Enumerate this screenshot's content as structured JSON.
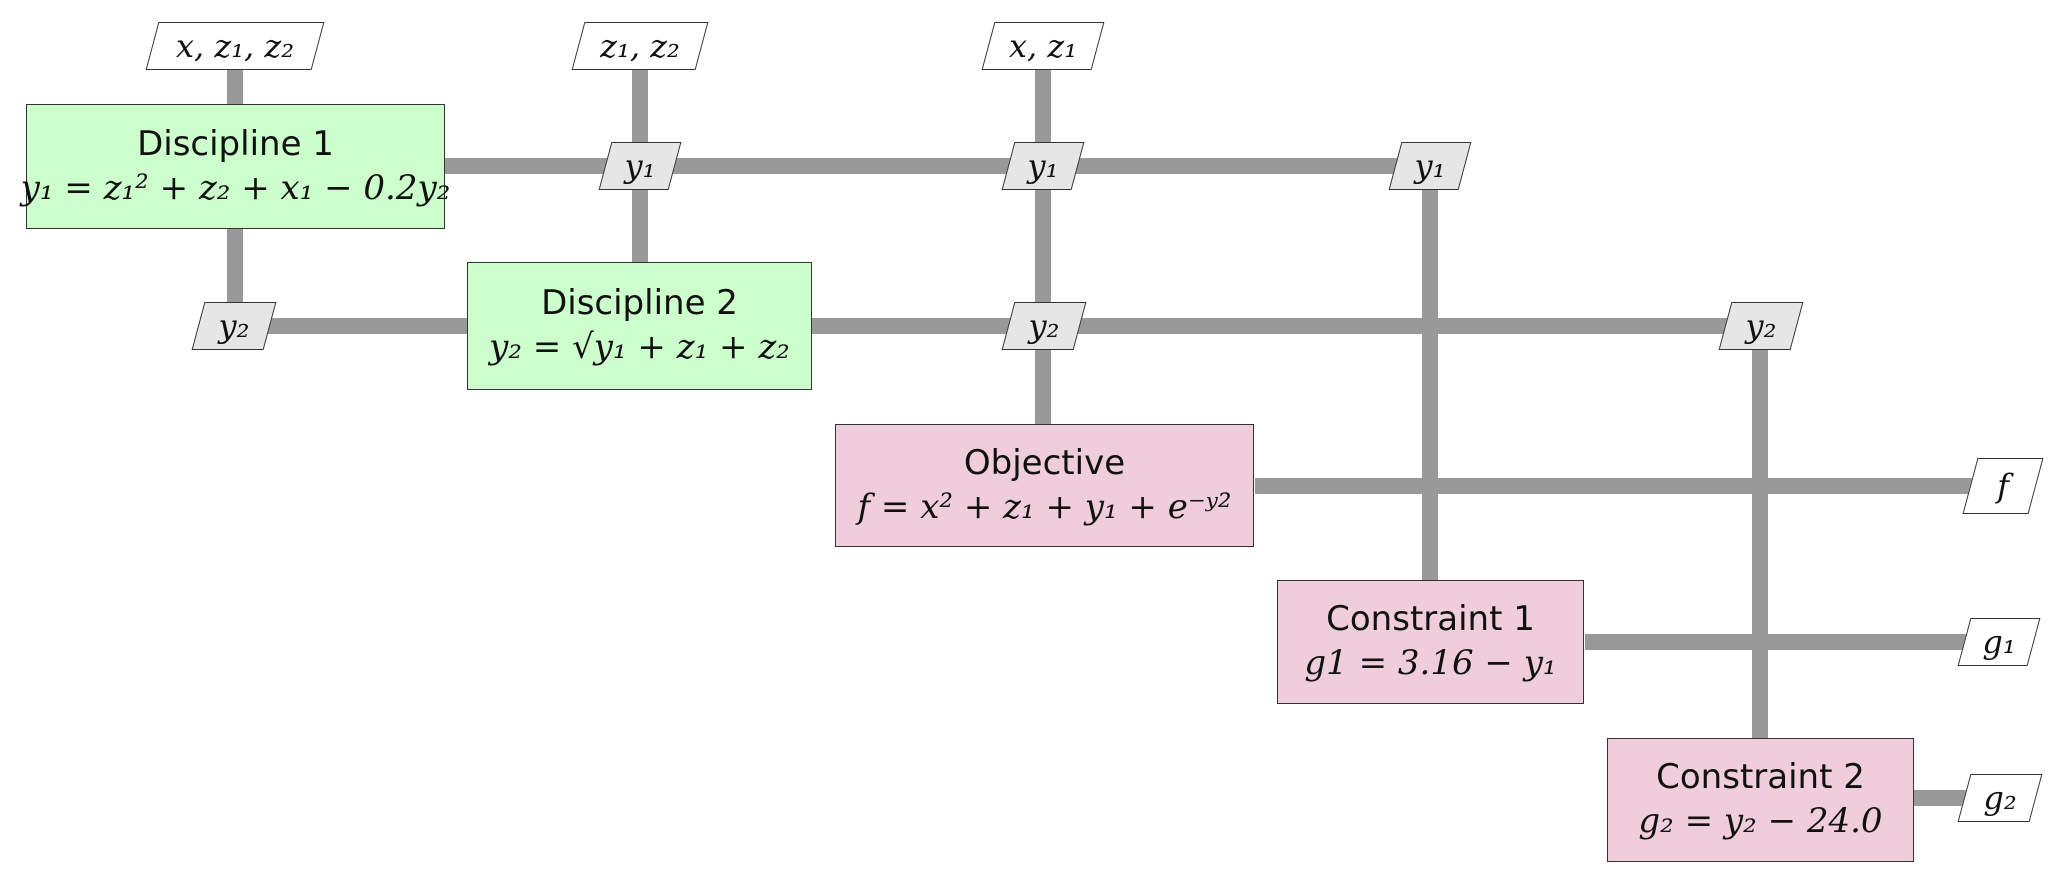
{
  "diagram": {
    "disciplines": [
      {
        "title": "Discipline 1",
        "formula": "y₁ = z₁² + z₂ + x₁ − 0.2y₂"
      },
      {
        "title": "Discipline 2",
        "formula": "y₂ = √y₁ + z₁ + z₂"
      }
    ],
    "functions": [
      {
        "title": "Objective",
        "formula": "f = x² + z₁ + y₁ + e⁻ʸ²"
      },
      {
        "title": "Constraint 1",
        "formula": "g1 = 3.16 − y₁"
      },
      {
        "title": "Constraint 2",
        "formula": "g₂ = y₂ − 24.0"
      }
    ],
    "inputs": [
      "x, z₁, z₂",
      "z₁, z₂",
      "x, z₁"
    ],
    "couplings": [
      "y₁",
      "y₁",
      "y₁",
      "y₂",
      "y₂",
      "y₂"
    ],
    "outputs": [
      "f",
      "g₁",
      "g₂"
    ]
  },
  "colors": {
    "discipline_fill": "#ccffcc",
    "function_fill": "#f0cddb",
    "connector": "#999999",
    "coupling_tag_fill": "#e6e6e6"
  }
}
